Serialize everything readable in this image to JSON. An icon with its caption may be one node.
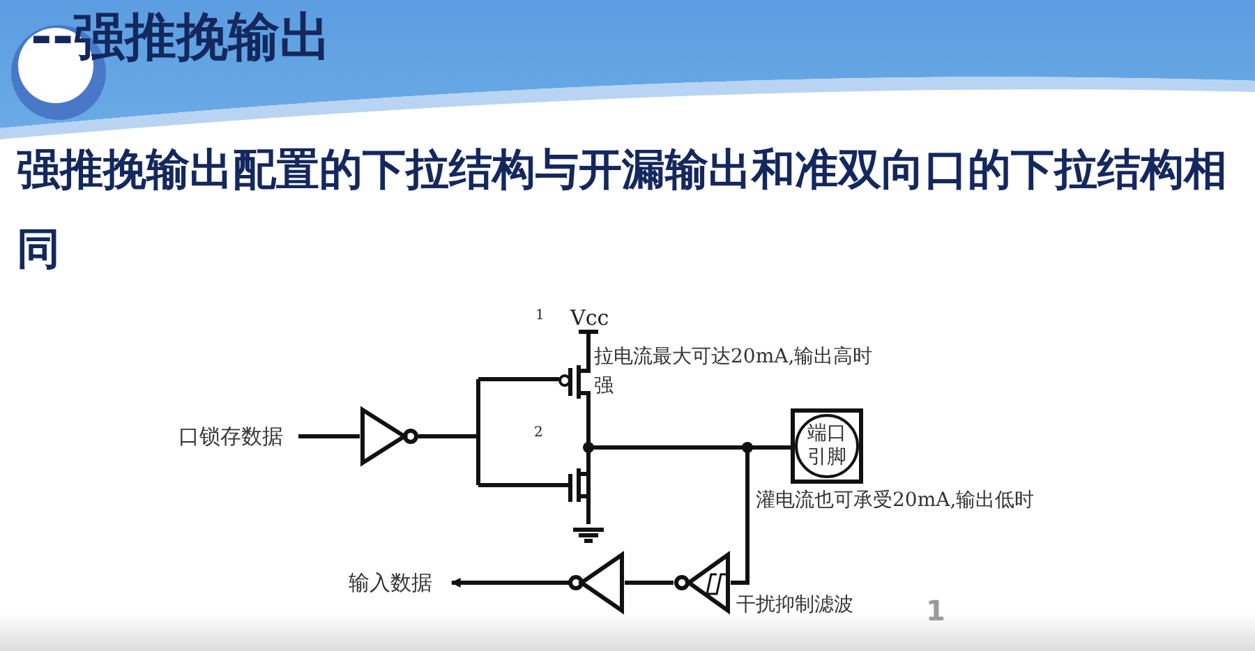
{
  "diagram": {
    "title": "--强推挽输出",
    "nodes": [
      {
        "text": [
          "口锁存数据"
        ]
      },
      {
        "text": [],
        "shape": "triangle"
      },
      {
        "text": [],
        "shape": "picture"
      },
      {
        "text": [
          "端口引脚"
        ]
      },
      {
        "text": [],
        "shape": "triangle",
        "beside": [
          "干扰抑制滤波"
        ]
      },
      {
        "text": [],
        "shape": "triangle"
      },
      {
        "text": [
          "输入数据"
        ]
      }
    ],
    "edges": [
      {
        "from": 0,
        "to": 1,
        "arrow": "none"
      },
      {
        "from": 1,
        "to": 2,
        "arrow": "none"
      },
      {
        "from": 2,
        "to": 3,
        "arrow": "none"
      },
      {
        "from": 3,
        "to": 4,
        "arrow": "none"
      },
      {
        "from": 4,
        "to": 5,
        "arrow": "none"
      },
      {
        "from": 5,
        "to": 6,
        "arrow": "to"
      }
    ],
    "labels": [
      "强推挽输出配置的下拉结构与开漏输出和准双向口的下拉结构相同",
      "1",
      "Vcc",
      "拉电流最大可达20mA,输出高时强",
      "2",
      "灌电流也可承受20mA,输出低时",
      "1"
    ]
  }
}
